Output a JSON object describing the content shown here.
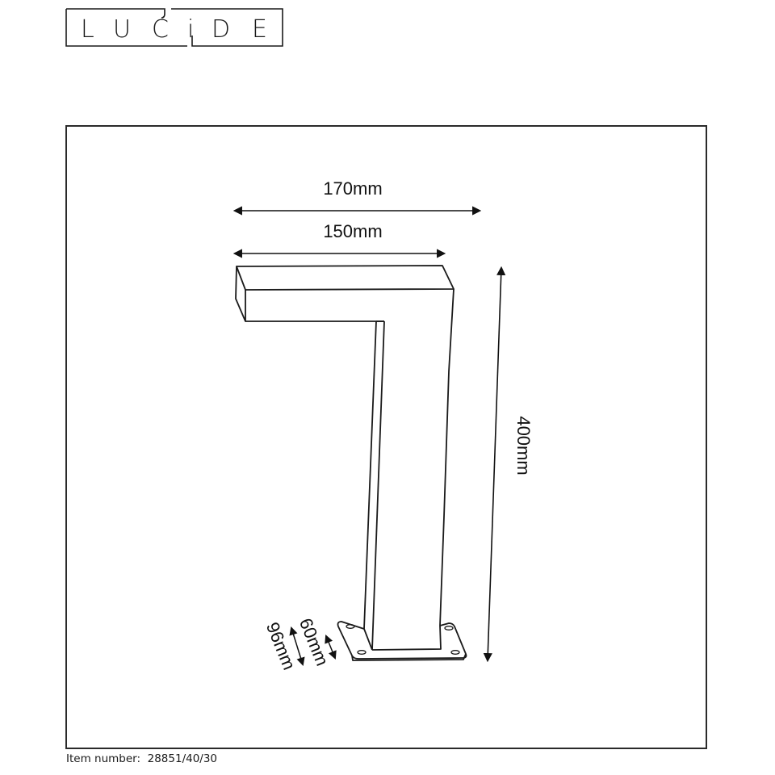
{
  "brand": {
    "letters": [
      "L",
      "U",
      "C",
      "i",
      "D",
      "E"
    ],
    "name": "LUCIDE"
  },
  "dimensions": {
    "overall_width": "170mm",
    "arm_width": "150mm",
    "height": "400mm",
    "base_inner": "60mm",
    "base_outer": "96mm"
  },
  "footer": {
    "item_label": "Item number:",
    "item_value": "28851/40/30"
  },
  "colors": {
    "line": "#1a1a1a",
    "background": "#ffffff"
  }
}
